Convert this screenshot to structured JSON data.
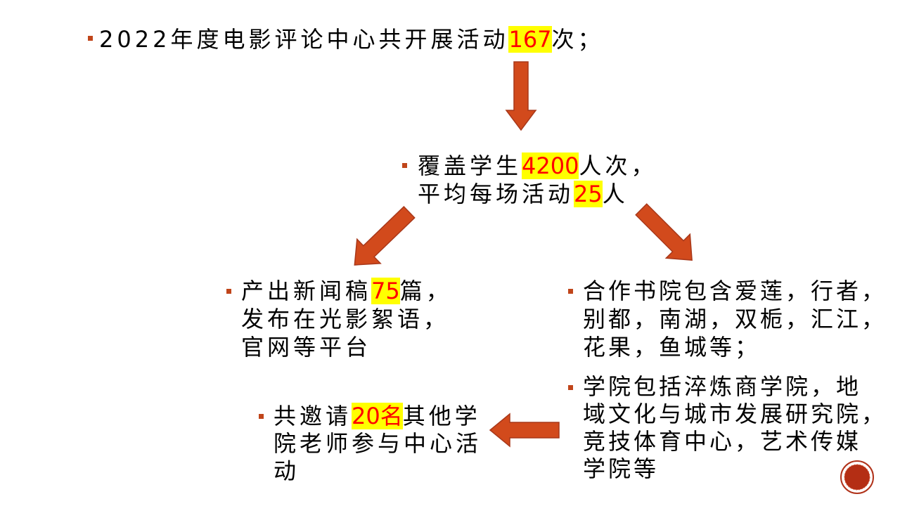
{
  "slide": {
    "top": {
      "pre": "2022年度电影评论中心共开展活动",
      "hl": "167",
      "post": "次；"
    },
    "coverage": {
      "line1": {
        "pre": "覆盖学生",
        "hl": "4200",
        "post": "人次，"
      },
      "line2": {
        "pre": "平均每场活动",
        "hl": "25",
        "post": "人"
      }
    },
    "news": {
      "line1": {
        "pre": "产出新闻稿",
        "hl": "75",
        "post": "篇，"
      },
      "line2": "发布在光影絮语，",
      "line3": "官网等平台"
    },
    "bookstores": {
      "line1": "合作书院包含爱莲，行者，",
      "line2": "别都，南湖，双栀，汇江，",
      "line3": "花果，鱼城等；"
    },
    "colleges": {
      "line1": "学院包括淬炼商学院，地",
      "line2": "域文化与城市发展研究院，",
      "line3": "竞技体育中心，艺术传媒",
      "line4": "学院等"
    },
    "teachers": {
      "line1": {
        "pre": "共邀请",
        "hl": "20名",
        "post": "其他学"
      },
      "line2": "院老师参与中心活",
      "line3": "动"
    }
  },
  "colors": {
    "arrow": "#d24a1c",
    "highlight_bg": "#ffff00",
    "highlight_text": "#ff0000",
    "bullet": "#c0451a"
  }
}
